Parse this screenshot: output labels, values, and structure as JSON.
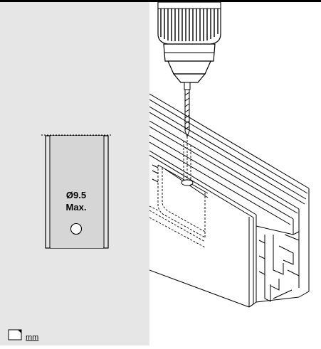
{
  "detail": {
    "hole_diameter_label": "Ø9.5",
    "max_label": "Max."
  },
  "units_label": "mm",
  "icons": [
    "units-corner-icon",
    "drill-icon",
    "hole-marker-icon"
  ]
}
